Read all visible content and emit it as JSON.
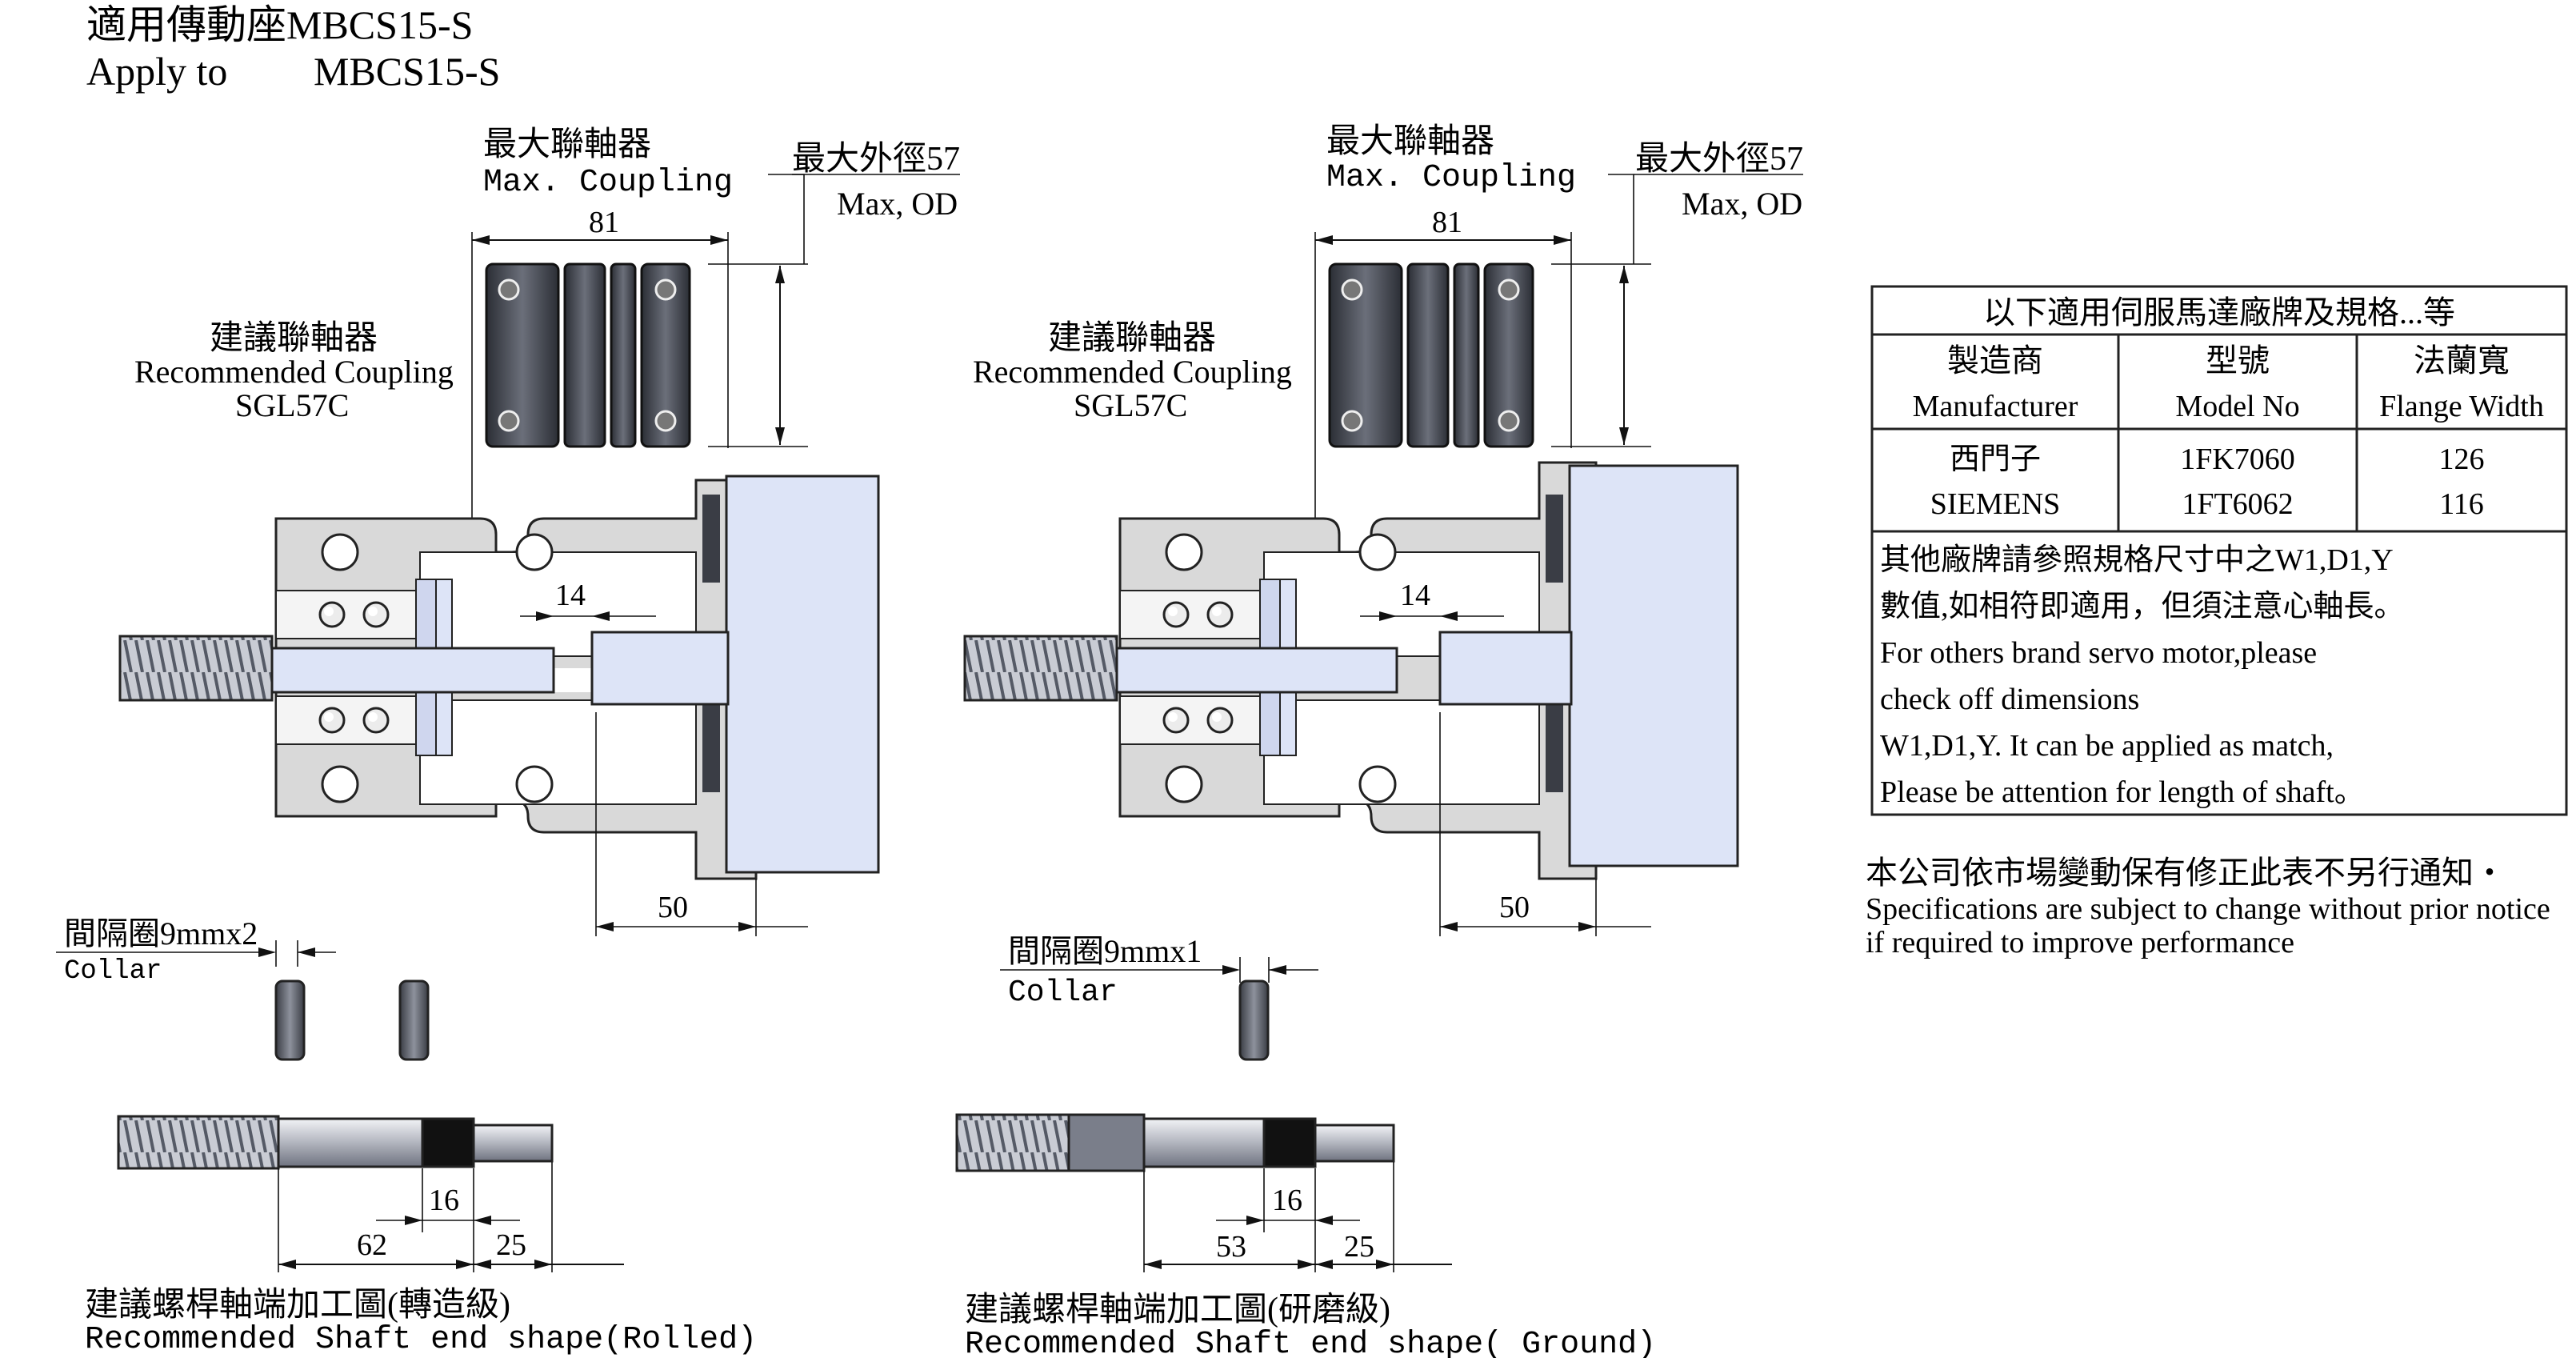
{
  "header": {
    "title_zh": "適用傳動座MBCS15-S",
    "title_en_prefix": "Apply to",
    "title_en_model": "MBCS15-S"
  },
  "left_drawing": {
    "max_coupling_zh": "最大聯軸器",
    "max_coupling_en": "Max. Coupling",
    "width_81": "81",
    "max_od_zh": "最大外徑57",
    "max_od_en": "Max, OD",
    "rec_coupling_zh": "建議聯軸器",
    "rec_coupling_en": "Recommended Coupling",
    "rec_coupling_model": "SGL57C",
    "dim_14": "14",
    "dim_50": "50",
    "collar_zh": "間隔圈9mmx2",
    "collar_en": "Collar",
    "dim_16": "16",
    "dim_62": "62",
    "dim_25": "25",
    "caption_zh": "建議螺桿軸端加工圖(轉造級)",
    "caption_en": "Recommended Shaft end shape(Rolled)"
  },
  "right_drawing": {
    "max_coupling_zh": "最大聯軸器",
    "max_coupling_en": "Max. Coupling",
    "width_81": "81",
    "max_od_zh": "最大外徑57",
    "max_od_en": "Max, OD",
    "rec_coupling_zh": "建議聯軸器",
    "rec_coupling_en": "Recommended Coupling",
    "rec_coupling_model": "SGL57C",
    "dim_14": "14",
    "dim_50": "50",
    "collar_zh": "間隔圈9mmx1",
    "collar_en": "Collar",
    "dim_16": "16",
    "dim_53": "53",
    "dim_25": "25",
    "caption_zh": "建議螺桿軸端加工圖(研磨級)",
    "caption_en": "Recommended Shaft end shape( Ground)"
  },
  "table": {
    "title": "以下適用伺服馬達廠牌及規格...等",
    "headers_zh": [
      "製造商",
      "型號",
      "法蘭寬"
    ],
    "headers_en": [
      "Manufacturer",
      "Model No",
      "Flange Width"
    ],
    "rows": [
      [
        "西門子",
        "1FK7060",
        "126"
      ],
      [
        "SIEMENS",
        "1FT6062",
        "116"
      ]
    ],
    "note_lines": [
      "其他廠牌請參照規格尺寸中之W1,D1,Y",
      "數值,如相符即適用，但須注意心軸長。",
      "For others brand servo motor,please",
      "check off dimensions",
      "W1,D1,Y. It can be applied as match,",
      "Please be attention for length of shaft。"
    ]
  },
  "notice": {
    "zh": "本公司依市場變動保有修正此表不另行通知・",
    "en1": "Specifications are subject to change without prior notice",
    "en2": " if required to improve performance"
  },
  "colors": {
    "housing": "#d9d9d9",
    "motor": "#dde4f7",
    "coupling_dark": "#3a3d45",
    "shaft": "#c9cbd2",
    "line": "#111111"
  }
}
